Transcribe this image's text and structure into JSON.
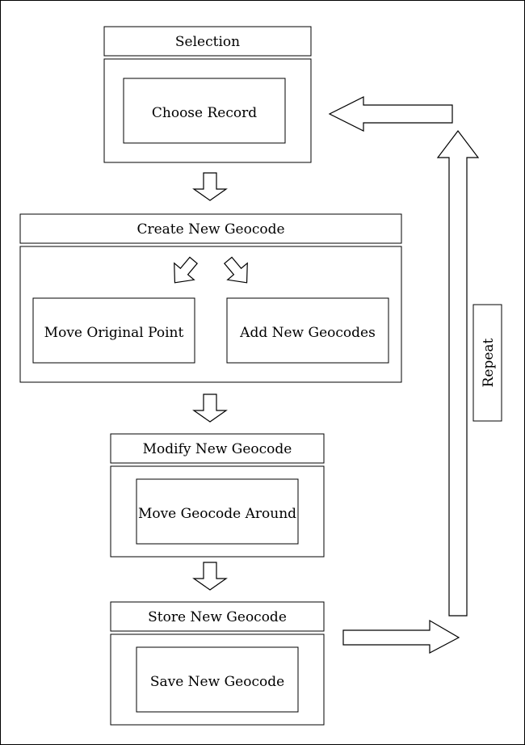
{
  "diagram": {
    "stages": {
      "selection": {
        "title": "Selection",
        "steps": [
          "Choose Record"
        ]
      },
      "create": {
        "title": "Create New Geocode",
        "steps": [
          "Move Original Point",
          "Add New Geocodes"
        ]
      },
      "modify": {
        "title": "Modify New Geocode",
        "steps": [
          "Move Geocode Around"
        ]
      },
      "store": {
        "title": "Store New Geocode",
        "steps": [
          "Save New Geocode"
        ]
      }
    },
    "loop_label": "Repeat"
  }
}
